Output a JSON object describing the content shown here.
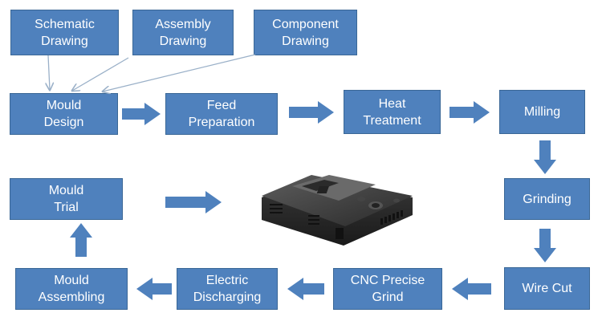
{
  "colors": {
    "box_fill": "#4f81bd",
    "box_border": "#3a6796",
    "arrow_fill": "#4f81bd",
    "thin_arrow": "#9ab0c8",
    "text": "#ffffff"
  },
  "top_row": {
    "schematic": "Schematic\nDrawing",
    "assembly": "Assembly\nDrawing",
    "component": "Component\nDrawing"
  },
  "process": {
    "mould_design": "Mould\nDesign",
    "feed_preparation": "Feed\nPreparation",
    "heat_treatment": "Heat\nTreatment",
    "milling": "Milling",
    "grinding": "Grinding",
    "wire_cut": "Wire Cut",
    "cnc_precise_grind": "CNC Precise\nGrind",
    "electric_discharging": "Electric\nDischarging",
    "mould_assembling": "Mould\nAssembling",
    "mould_trial": "Mould\nTrial"
  },
  "product_image": "plastic-enclosure-part"
}
